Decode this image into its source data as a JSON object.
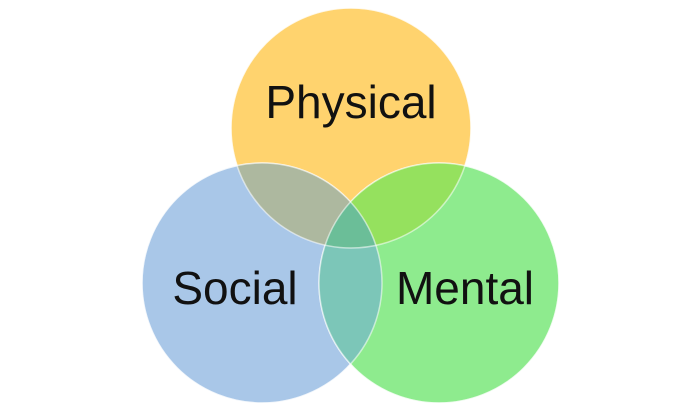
{
  "diagram": {
    "type": "venn-3",
    "sets": [
      {
        "id": "physical",
        "label": "Physical",
        "color": "#FFD36E"
      },
      {
        "id": "social",
        "label": "Social",
        "color": "#A9C7E8"
      },
      {
        "id": "mental",
        "label": "Mental",
        "color": "#8EEB8E"
      }
    ],
    "overlap_colors": {
      "physical_social": "#ADB89F",
      "physical_mental": "#95E15E",
      "social_mental": "#7CC6B8",
      "all": "#6BBE98"
    }
  }
}
